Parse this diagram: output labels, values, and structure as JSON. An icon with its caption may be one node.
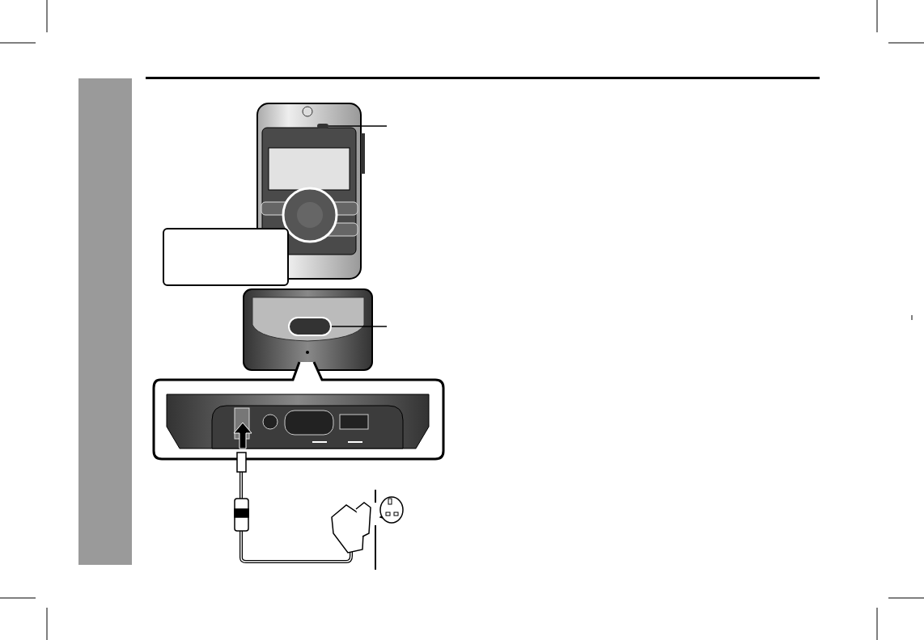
{
  "diagram": {
    "nodes": [
      {
        "text": [],
        "shape": "box"
      },
      {
        "text": [],
        "shape": "picture"
      },
      {
        "text": [],
        "shape": "picture"
      },
      {
        "text": [],
        "shape": "bar"
      }
    ],
    "edges": [
      {
        "from": 1,
        "to": null,
        "arrow": "none"
      },
      {
        "from": 2,
        "to": null,
        "arrow": "none"
      }
    ]
  }
}
